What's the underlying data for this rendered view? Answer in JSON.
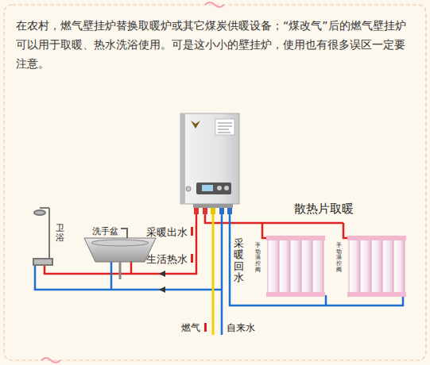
{
  "diagram": {
    "nodes": [
      {
        "text": [
          "在农村，燃气壁挂炉替换取暖炉或其它煤炭供暖设备；“煤改气”后的燃气壁挂炉可以用于取暖、热水洗浴使用。可是这小小的壁挂炉，使用也有很多误区一定要注意。"
        ]
      }
    ],
    "labels": [
      "卫浴",
      "洗手盆",
      "采暖出水",
      "生活热水",
      "采暖回水",
      "散热片取暖",
      "手动温控阀",
      "手动温控阀",
      "燃气",
      "自来水"
    ]
  }
}
